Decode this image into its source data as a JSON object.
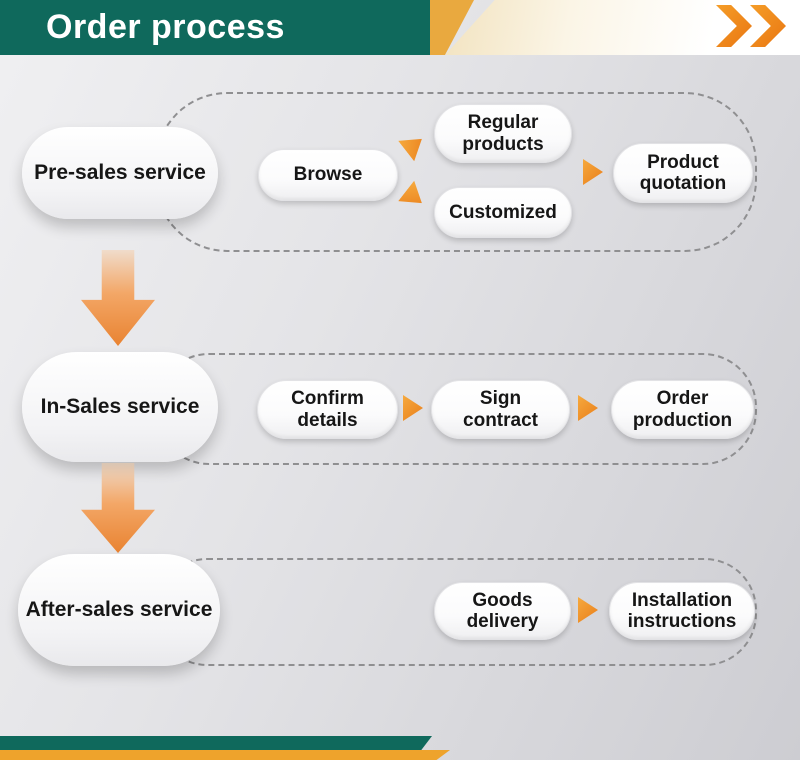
{
  "header": {
    "title": "Order process"
  },
  "colors": {
    "teal": "#0f695c",
    "gold_accent": "#e9a93f",
    "chevron_orange": "#ef8318",
    "arrow_orange": "#e98331",
    "dashed_outline": "#8f8f91",
    "pill_background": "#ffffff",
    "text": "#161616"
  },
  "rows": {
    "pre_sales": {
      "label": "Pre-sales service",
      "browse": "Browse",
      "regular_products": "Regular\nproducts",
      "customized": "Customized",
      "product_quotation": "Product\nquotation"
    },
    "in_sales": {
      "label": "In-Sales service",
      "confirm_details": "Confirm\ndetails",
      "sign_contract": "Sign\ncontract",
      "order_production": "Order\nproduction"
    },
    "after_sales": {
      "label": "After-sales service",
      "goods_delivery": "Goods\ndelivery",
      "installation_instructions": "Installation\ninstructions"
    }
  }
}
